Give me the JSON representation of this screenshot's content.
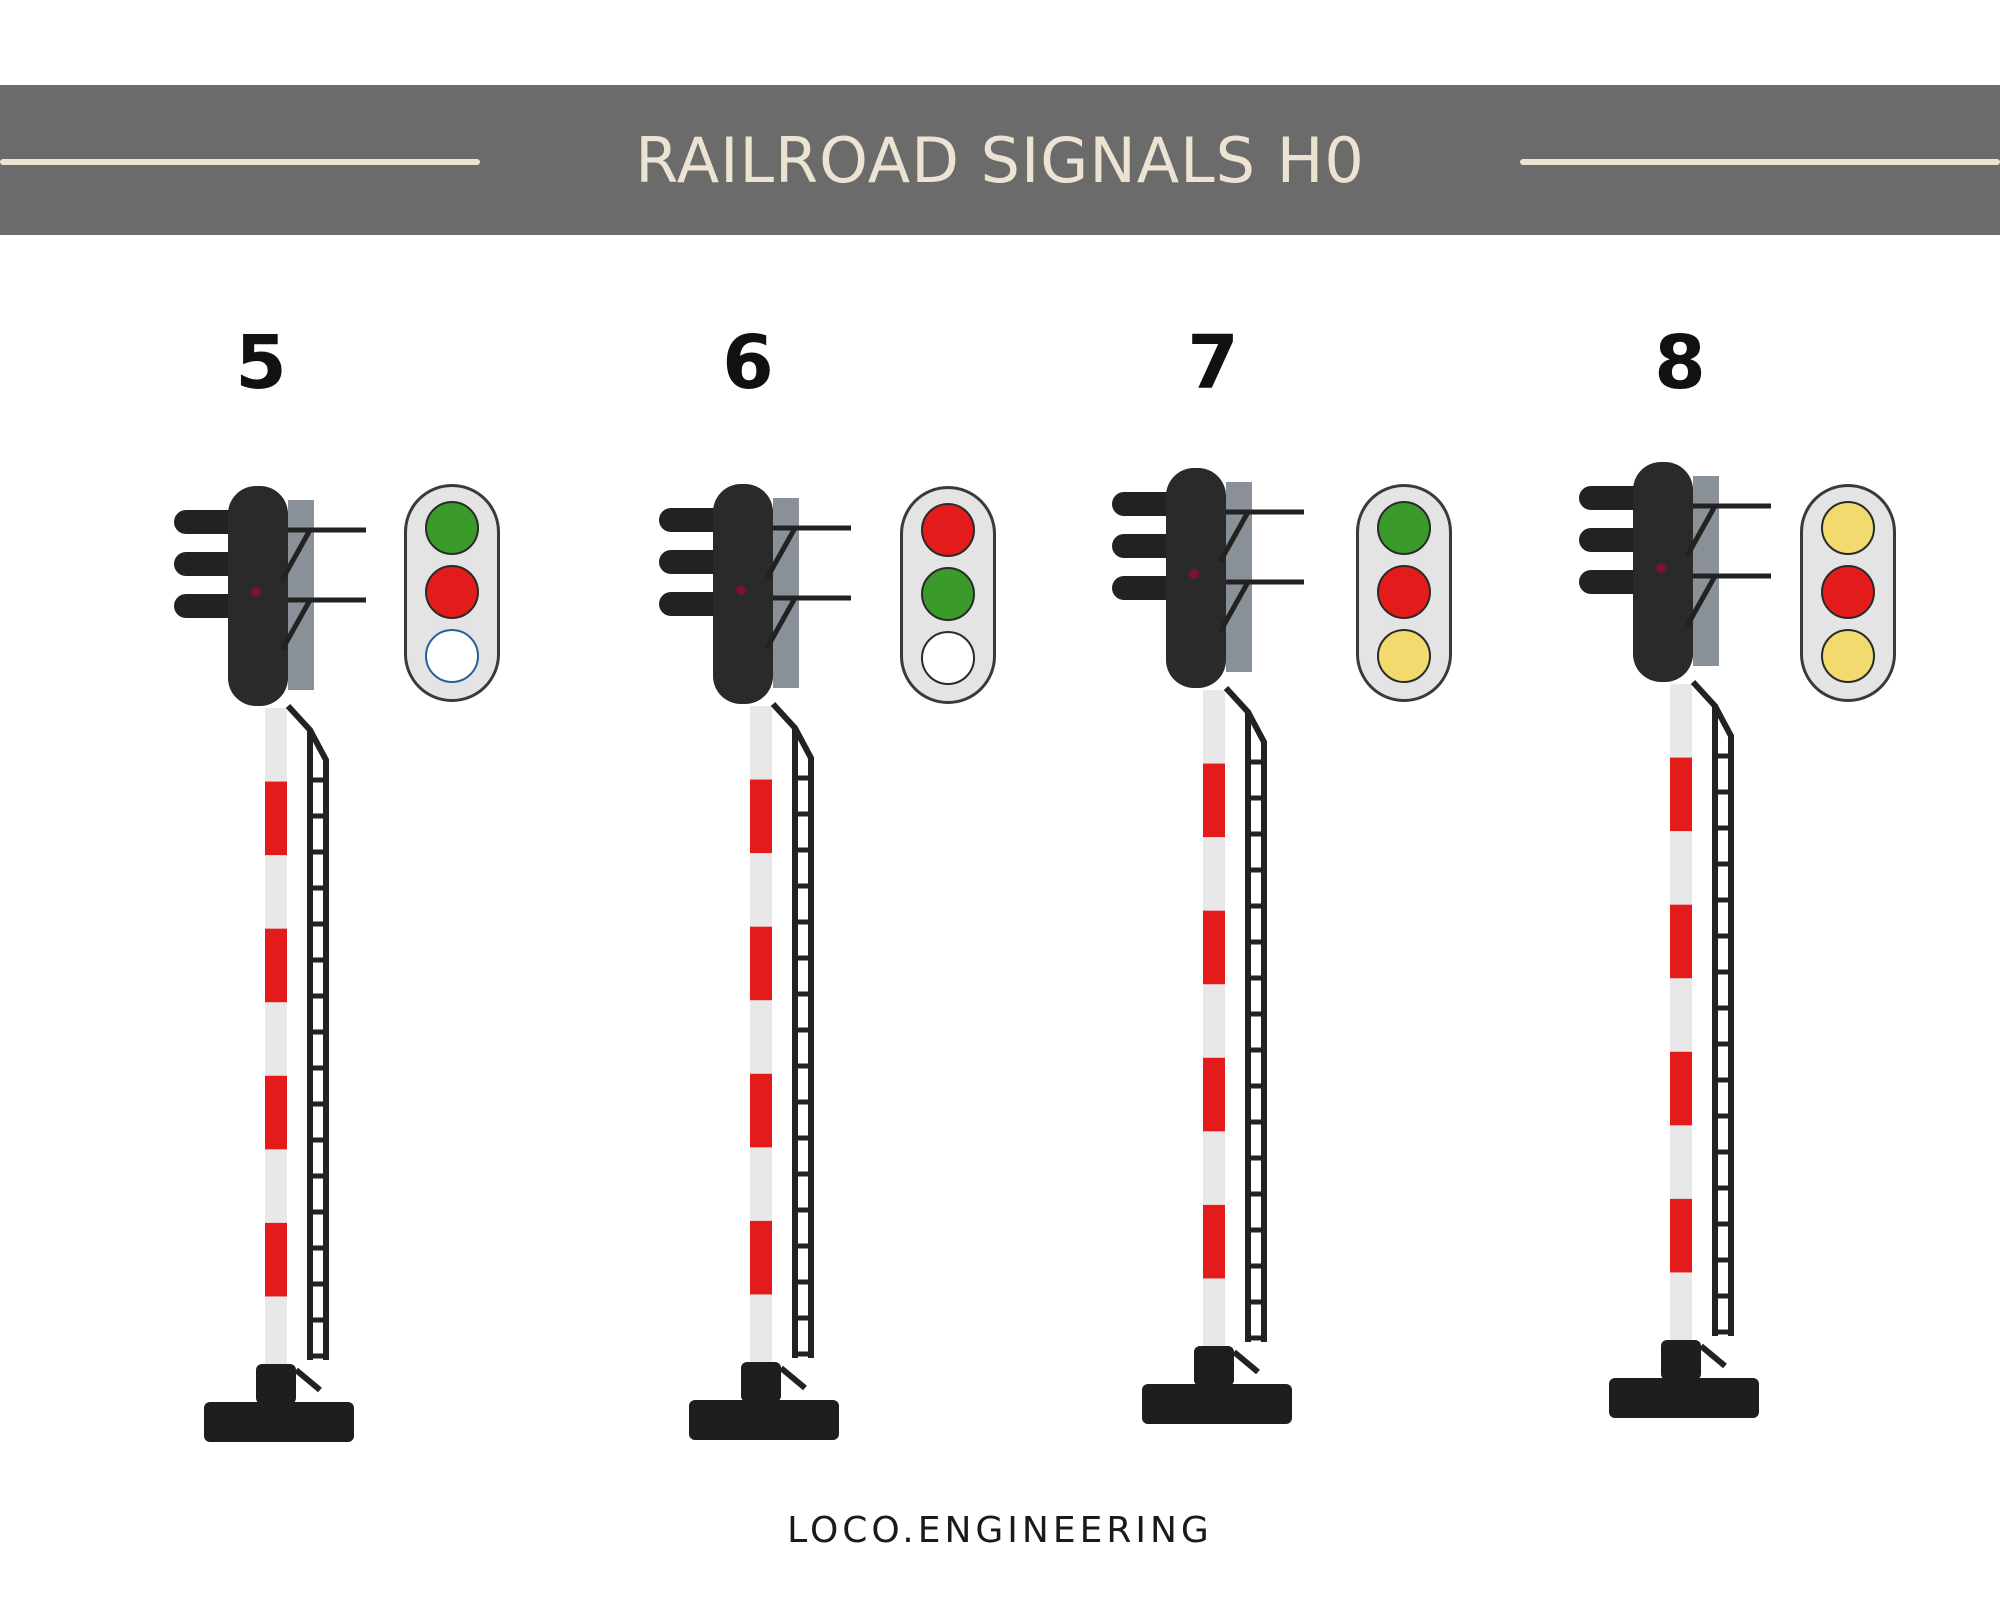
{
  "header": {
    "title": "RAILROAD SIGNALS H0"
  },
  "signals": [
    {
      "number": "5",
      "lamps": [
        "#3a9a2a",
        "#e31b1b",
        "#ffffff"
      ]
    },
    {
      "number": "6",
      "lamps": [
        "#e31b1b",
        "#3a9a2a",
        "#ffffff"
      ]
    },
    {
      "number": "7",
      "lamps": [
        "#3a9a2a",
        "#e31b1b",
        "#f2da6e"
      ]
    },
    {
      "number": "8",
      "lamps": [
        "#f2da6e",
        "#e31b1b",
        "#f2da6e"
      ]
    }
  ],
  "colors": {
    "banner": "#6b6b6b",
    "banner_text": "#ede3d3",
    "mast_red": "#e31b1b",
    "mast_white": "#e8e8e8",
    "signal_black": "#222222"
  },
  "footer": {
    "text": "LOCO.ENGINEERING"
  }
}
